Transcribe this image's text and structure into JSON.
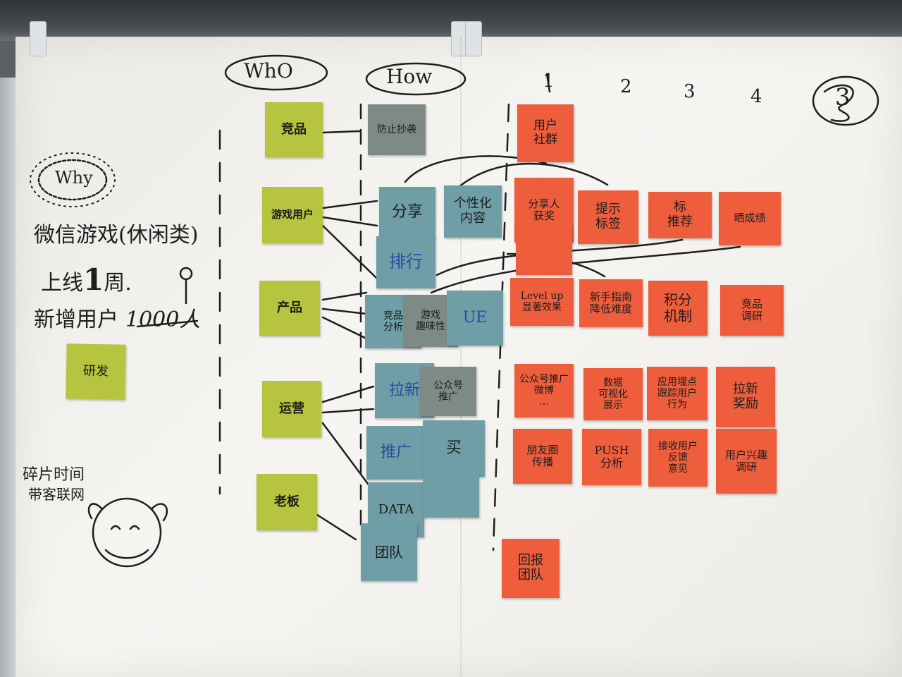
{
  "headers": {
    "who": "WhO",
    "how": "How",
    "col1": "1",
    "col2": "2",
    "col3": "3",
    "col4": "4",
    "circled": "3"
  },
  "why": {
    "badge": "Why",
    "line1": "微信游戏(休闲类)",
    "line2_prefix": "上线",
    "line2_number": "1",
    "line2_suffix": "周.",
    "line3_prefix": "新增用户",
    "line3_value": "1000人",
    "note": "研发"
  },
  "side_note": {
    "line1": "碎片时间",
    "line2": "带客联网"
  },
  "who_notes": [
    "竞品",
    "游戏用户",
    "产品",
    "运营",
    "老板"
  ],
  "how_notes": {
    "prevent": "防止抄袭",
    "share": "分享",
    "personal": "个性化\n内容",
    "rank": "排行",
    "competitor": "竞品\n分析",
    "fun": "游戏\n趣味性",
    "ue": "UE",
    "pull": "拉新",
    "public": "公众号\n推广",
    "push": "推广",
    "buy": "买",
    "data": "DATA",
    "team": "团队"
  },
  "what_notes": {
    "r1_c1": "用户\n社群",
    "r2_c1": "分享人\n获奖",
    "r2_c2": "提示\n标签",
    "r2_c3": "标\n推荐",
    "r2_c4": "晒成绩",
    "r3_c1": "Level up\n显著效果",
    "r3_c2": "新手指南\n降低难度",
    "r3_c3": "积分\n机制",
    "r3_c4": "竞品\n调研",
    "r4_c1": "公众号推广\n微博\n…",
    "r4_c2": "数据\n可视化\n展示",
    "r4_c3": "应用埋点\n跟踪用户\n行为",
    "r4_c4": "拉新\n奖励",
    "r5_c1": "朋友圈\n传播",
    "r5_c2": "PUSH\n分析",
    "r5_c3": "接收用户\n反馈\n意见",
    "r5_c4": "用户兴趣\n调研",
    "r6_c1": "回报\n团队"
  }
}
